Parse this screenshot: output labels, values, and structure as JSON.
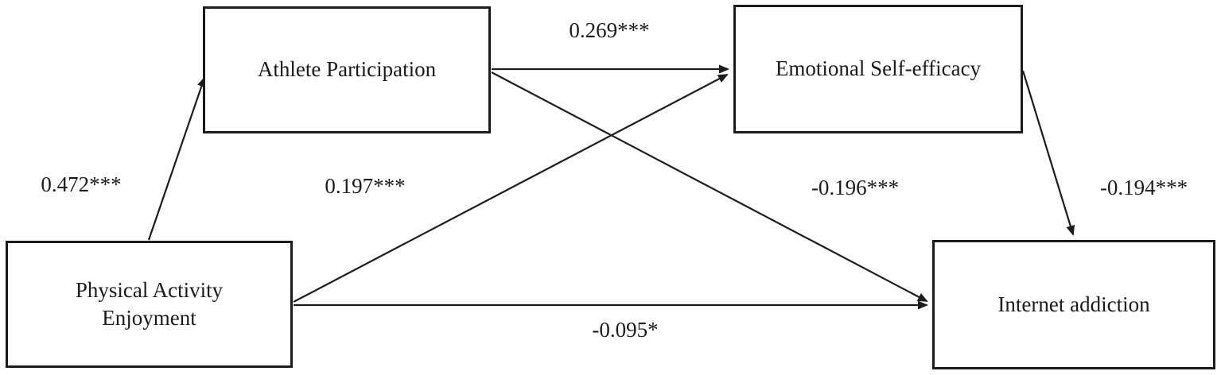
{
  "diagram": {
    "nodes": [
      {
        "id": "athlete-participation",
        "label": "Athlete Participation"
      },
      {
        "id": "emotional-self-efficacy",
        "label": "Emotional Self-efficacy"
      },
      {
        "id": "physical-activity-enjoyment",
        "label": "Physical Activity Enjoyment"
      },
      {
        "id": "internet-addiction",
        "label": "Internet addiction"
      }
    ],
    "edges": [
      {
        "from": "Physical Activity Enjoyment",
        "to": "Athlete Participation",
        "label": "0.472***"
      },
      {
        "from": "Athlete Participation",
        "to": "Emotional Self-efficacy",
        "label": "0.269***"
      },
      {
        "from": "Physical Activity Enjoyment",
        "to": "Emotional Self-efficacy",
        "label": "0.197***"
      },
      {
        "from": "Athlete Participation",
        "to": "Internet addiction",
        "label": "-0.196***"
      },
      {
        "from": "Emotional Self-efficacy",
        "to": "Internet addiction",
        "label": "-0.194***"
      },
      {
        "from": "Physical Activity Enjoyment",
        "to": "Internet addiction",
        "label": "-0.095*"
      }
    ],
    "colors": {
      "background": "#ffffff",
      "box_fill": "#ffffff",
      "line": "#1c1c1c",
      "text": "#1b1b1b"
    }
  }
}
